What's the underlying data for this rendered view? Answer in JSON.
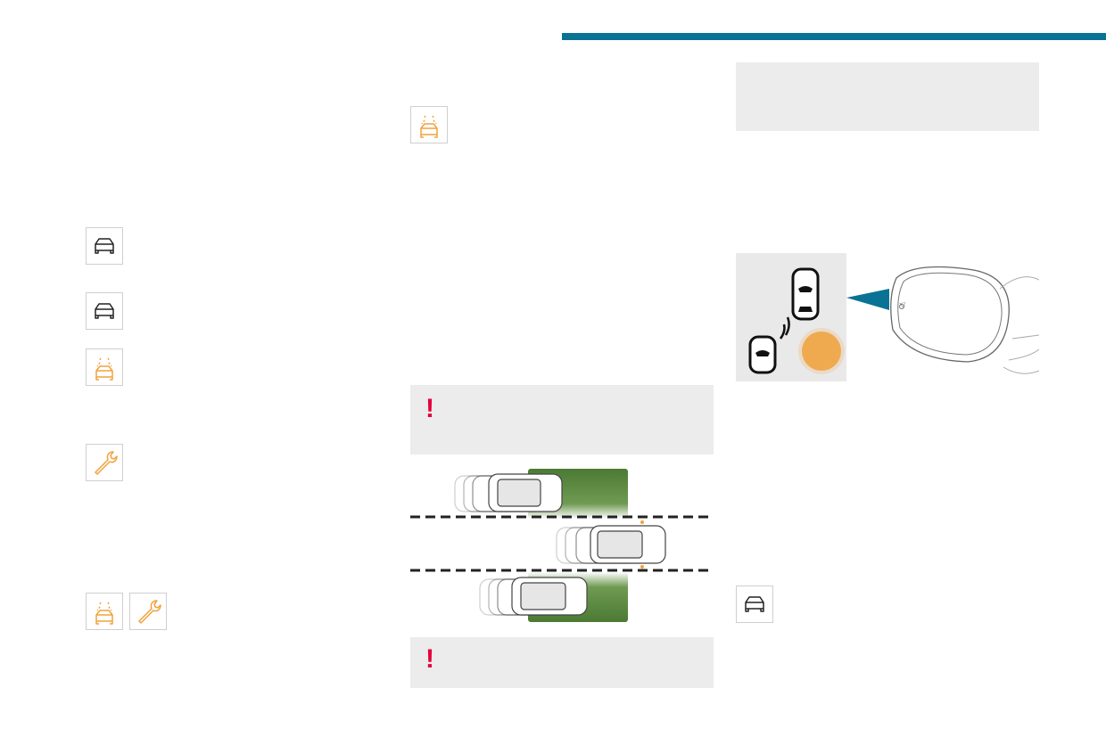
{
  "colors": {
    "accent_bar": "#0a7294",
    "info_box": "#ececec",
    "warning": "#e4003a",
    "warning_light": "#f0a23c",
    "indicator_off": "#222222",
    "detection_zone": "#4b7a34"
  },
  "warnings": [
    {
      "symbol": "!"
    },
    {
      "symbol": "!"
    }
  ],
  "icons": [
    {
      "name": "blind-spot-warning-lamp",
      "color": "orange"
    },
    {
      "name": "car-front-icon",
      "color": "black"
    },
    {
      "name": "car-front-icon",
      "color": "black"
    },
    {
      "name": "blind-spot-warning-lamp",
      "color": "orange"
    },
    {
      "name": "wrench-icon",
      "color": "orange"
    },
    {
      "name": "blind-spot-warning-lamp",
      "color": "orange"
    },
    {
      "name": "wrench-icon",
      "color": "orange"
    },
    {
      "name": "car-front-icon",
      "color": "black"
    }
  ]
}
